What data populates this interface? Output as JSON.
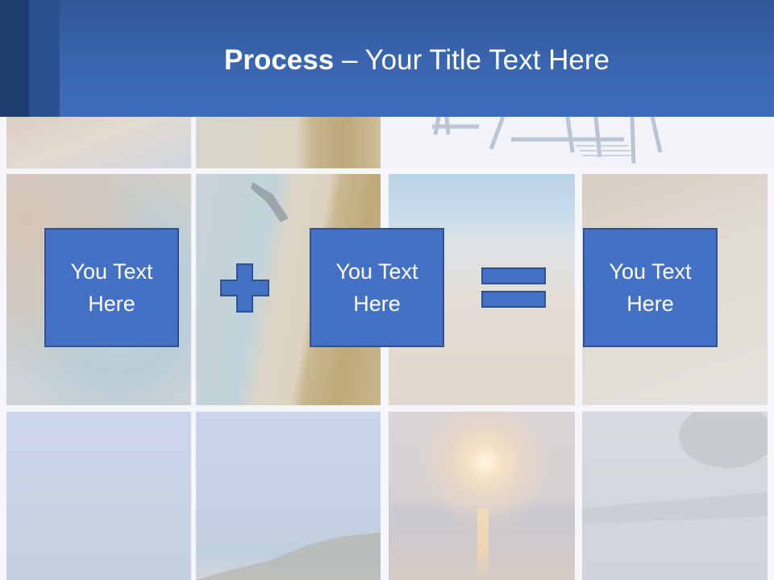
{
  "slide": {
    "title_bold": "Process",
    "title_rest": " – Your Title Text Here"
  },
  "process": {
    "boxes": [
      {
        "line1": "You Text",
        "line2": "Here"
      },
      {
        "line1": "You Text",
        "line2": "Here"
      },
      {
        "line1": "You Text",
        "line2": "Here"
      }
    ],
    "operators": [
      "plus-icon",
      "equals-icon"
    ]
  },
  "colors": {
    "header": "#3a66b0",
    "box_fill": "#4471c4",
    "box_border": "#2f528f",
    "text": "#ffffff"
  }
}
